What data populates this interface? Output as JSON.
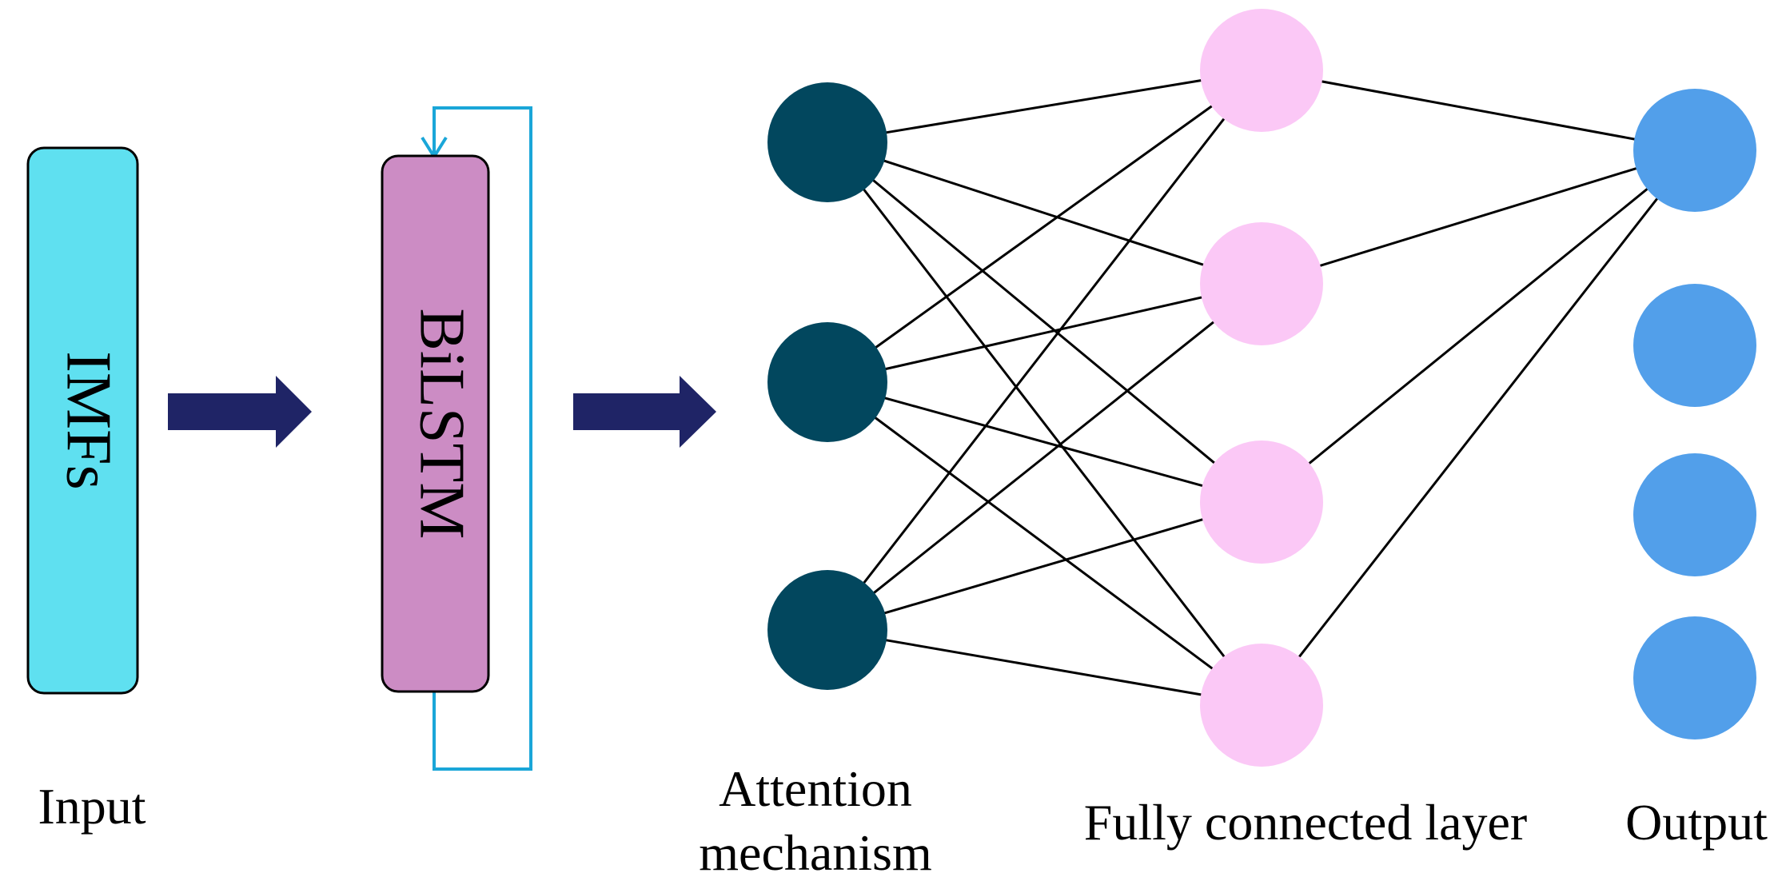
{
  "input_block": {
    "label": "IMFs",
    "color": "#5fe0f0"
  },
  "bilstm_block": {
    "label": "BiLSTM",
    "color": "#cc8cc4",
    "loop_color": "#1aa6d8"
  },
  "arrow_color": "#1f2466",
  "edge_color": "#000000",
  "layers": {
    "attention": {
      "color": "#02475e",
      "node_count": 3
    },
    "fully_connected": {
      "color": "#fbc8f6",
      "node_count": 4
    },
    "output": {
      "color": "#529fea",
      "node_count": 4
    }
  },
  "captions": {
    "input": "Input",
    "attention_line1": "Attention",
    "attention_line2": "mechanism",
    "fully_connected": "Fully connected layer",
    "output": "Output"
  }
}
